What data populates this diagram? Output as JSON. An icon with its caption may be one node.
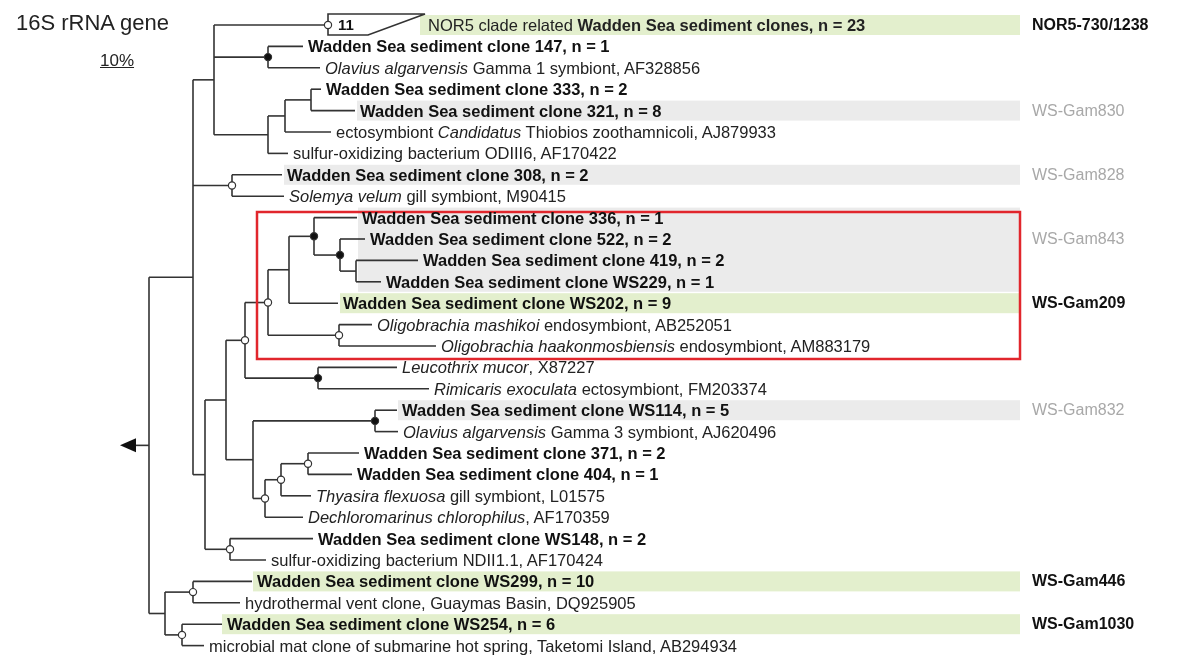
{
  "diagram": {
    "title": "16S rRNA gene",
    "labels": [
      "10%",
      "11",
      "NOR5 clade related **Wadden Sea sediment clones, n = 23**",
      "NOR5-730/1238",
      "Wadden Sea sediment clone 147, n = 1",
      "*Olavius algarvensis* Gamma 1 symbiont, AF328856",
      "Wadden Sea sediment clone 333, n = 2",
      "Wadden Sea sediment clone 321, n = 8",
      "WS-Gam830",
      "ectosymbiont *Candidatus* Thiobios zoothamnicoli, AJ879933",
      "sulfur-oxidizing bacterium ODIII6, AF170422",
      "Wadden Sea sediment clone 308, n = 2",
      "WS-Gam828",
      "*Solemya velum* gill symbiont, M90415",
      "Wadden Sea sediment clone 336, n = 1",
      "Wadden Sea sediment clone 522, n = 2",
      "WS-Gam843",
      "Wadden Sea sediment clone 419, n = 2",
      "Wadden Sea sediment clone WS229, n = 1",
      "Wadden Sea sediment clone WS202, n = 9",
      "WS-Gam209",
      "*Oligobrachia mashikoi* endosymbiont, AB252051",
      "*Oligobrachia haakonmosbiensis* endosymbiont, AM883179",
      "*Leucothrix mucor*, X87227",
      "*Rimicaris exoculata* ectosymbiont, FM203374",
      "Wadden Sea sediment clone WS114, n = 5",
      "WS-Gam832",
      "*Olavius algarvensis* Gamma 3 symbiont, AJ620496",
      "Wadden Sea sediment clone 371, n = 2",
      "Wadden Sea sediment clone 404, n = 1",
      "*Thyasira flexuosa* gill symbiont, L01575",
      "*Dechloromarinus chlorophilus*, AF170359",
      "Wadden Sea sediment clone WS148, n = 2",
      "sulfur-oxidizing bacterium NDII1.1, AF170424",
      "Wadden Sea sediment clone WS299, n = 10",
      "WS-Gam446",
      "hydrothermal vent clone, Guaymas Basin, DQ925905",
      "Wadden Sea sediment clone WS254, n = 6",
      "WS-Gam1030",
      "microbial mat clone of submarine hot spring, Taketomi Island, AB294934"
    ]
  }
}
